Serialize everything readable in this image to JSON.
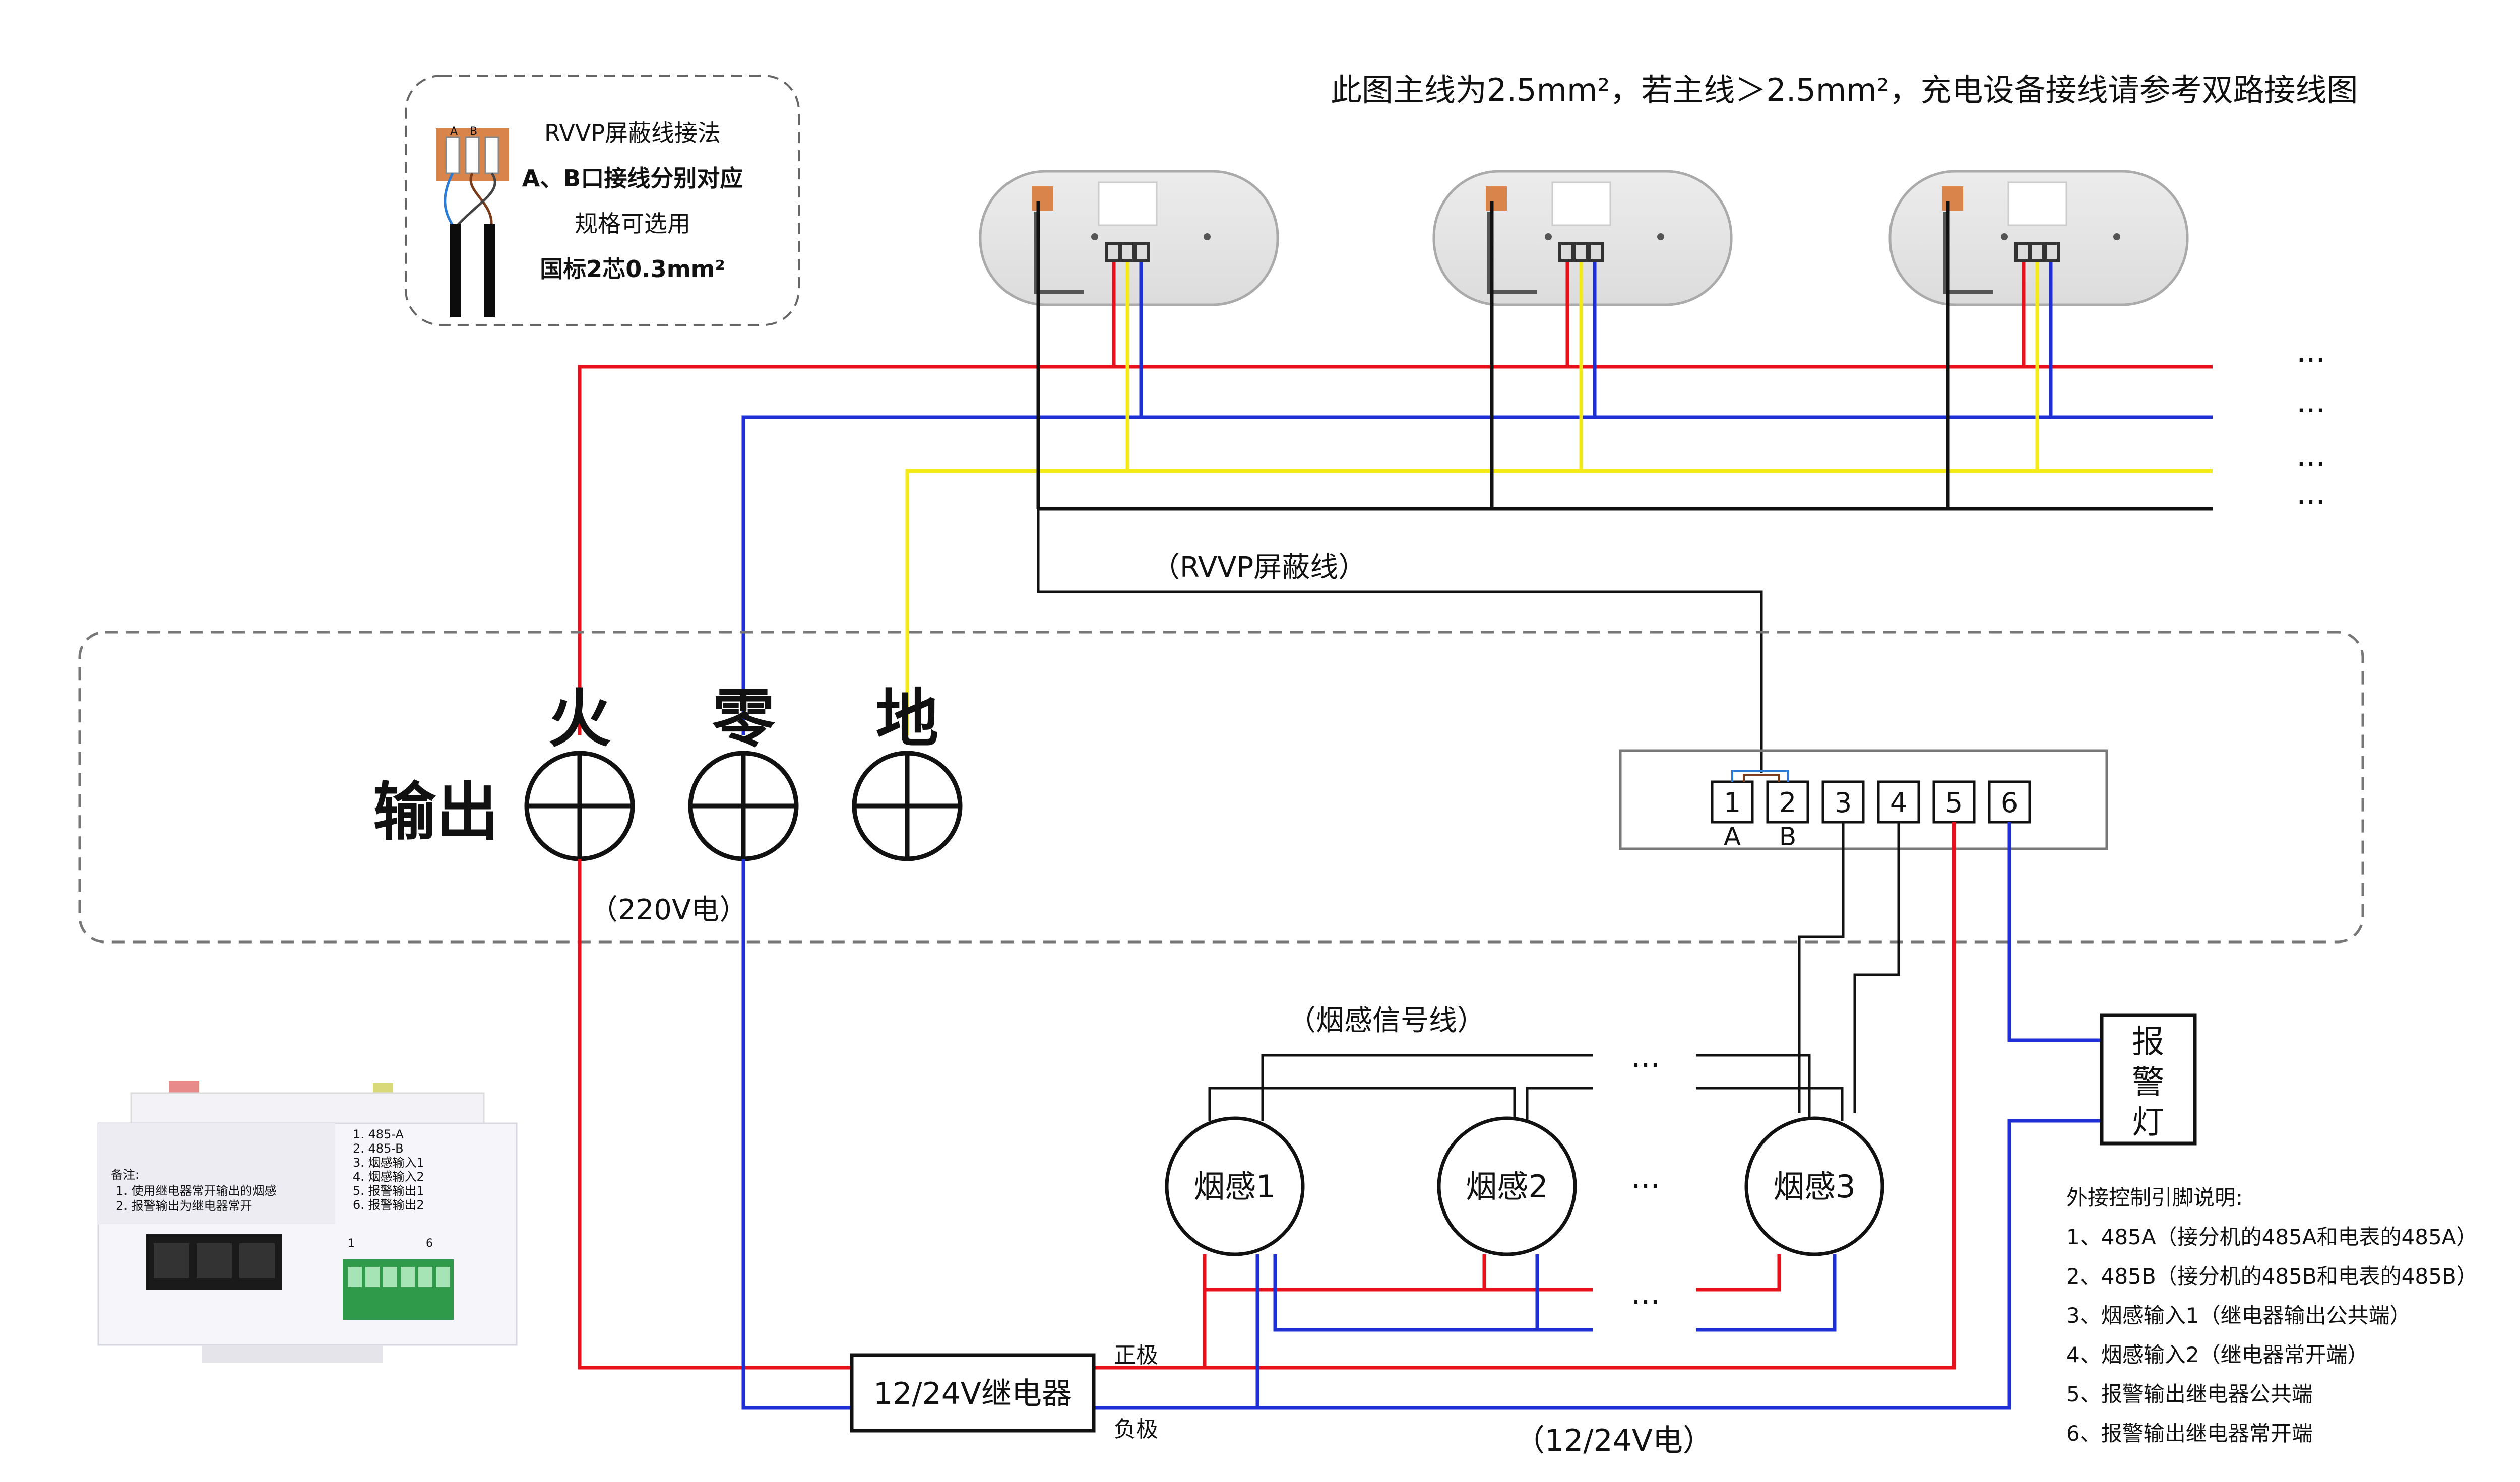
{
  "header_note": "此图主线为2.5mm²，若主线＞2.5mm²，充电设备接线请参考双路接线图",
  "cable_box": {
    "pin_a": "A",
    "pin_b": "B",
    "lines": [
      "RVVP屏蔽线接法",
      "A、B口接线分别对应",
      "规格可选用",
      "国标2芯0.3mm²"
    ]
  },
  "continuation": "···",
  "labels": {
    "rvvp_cable": "（RVVP屏蔽线）",
    "output": "输出",
    "live": "火",
    "neutral": "零",
    "ground": "地",
    "mains_220v": "（220V电）",
    "smoke_signal": "（烟感信号线）",
    "relay": "12/24V继电器",
    "positive": "正极",
    "negative": "负极",
    "dc_supply": "（12/24V电）",
    "alarm_lamp": "报警灯"
  },
  "terminal": {
    "pins": [
      "1",
      "2",
      "3",
      "4",
      "5",
      "6"
    ],
    "pin_letters": [
      "A",
      "B"
    ]
  },
  "smoke_detectors": [
    "烟感1",
    "烟感2",
    "烟感3"
  ],
  "photo_device": {
    "note_title": "备注:",
    "notes": [
      "1. 使用继电器常开输出的烟感",
      "2. 报警输出为继电器常开"
    ],
    "pins": [
      "1. 485-A",
      "2. 485-B",
      "3. 烟感输入1",
      "4. 烟感输入2",
      "5. 报警输出1",
      "6. 报警输出2"
    ],
    "pin_start": "1",
    "pin_end": "6"
  },
  "pin_legend": {
    "title": "外接控制引脚说明:",
    "items": [
      "1、485A（接分机的485A和电表的485A）",
      "2、485B（接分机的485B和电表的485B）",
      "3、烟感输入1（继电器输出公共端）",
      "4、烟感输入2（继电器常开端）",
      "5、报警输出继电器公共端",
      "6、报警输出继电器常开端"
    ]
  },
  "colors": {
    "live": "#e8101a",
    "neutral": "#1f2fd6",
    "ground": "#f4ea18",
    "signal": "#111111"
  }
}
